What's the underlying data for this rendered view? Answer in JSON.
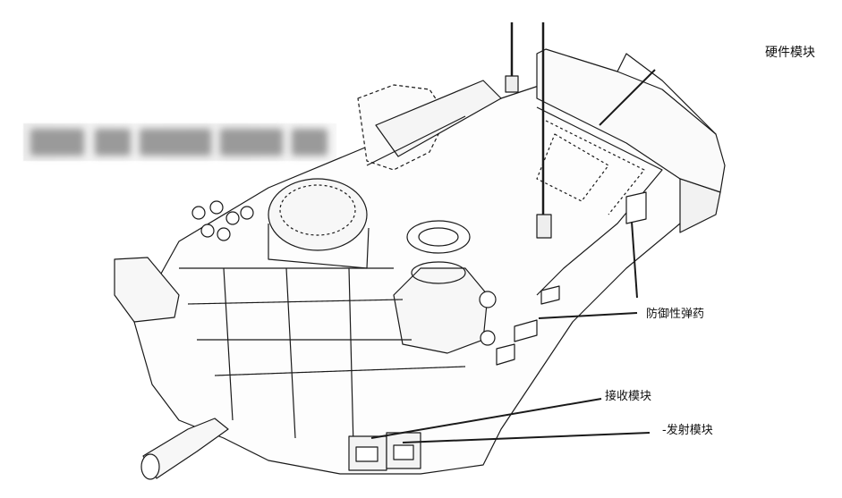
{
  "labels": {
    "hardware_module": "硬件模块",
    "defensive_munition": "防御性弹药",
    "receiver_module": "接收模块",
    "emitter_module": "-发射模块"
  },
  "colors": {
    "line": "#1a1a1a",
    "background": "#ffffff",
    "redaction": "#9a9a9a"
  },
  "decorations": [
    "blurred-redaction",
    "tank-turret-line-drawing"
  ]
}
